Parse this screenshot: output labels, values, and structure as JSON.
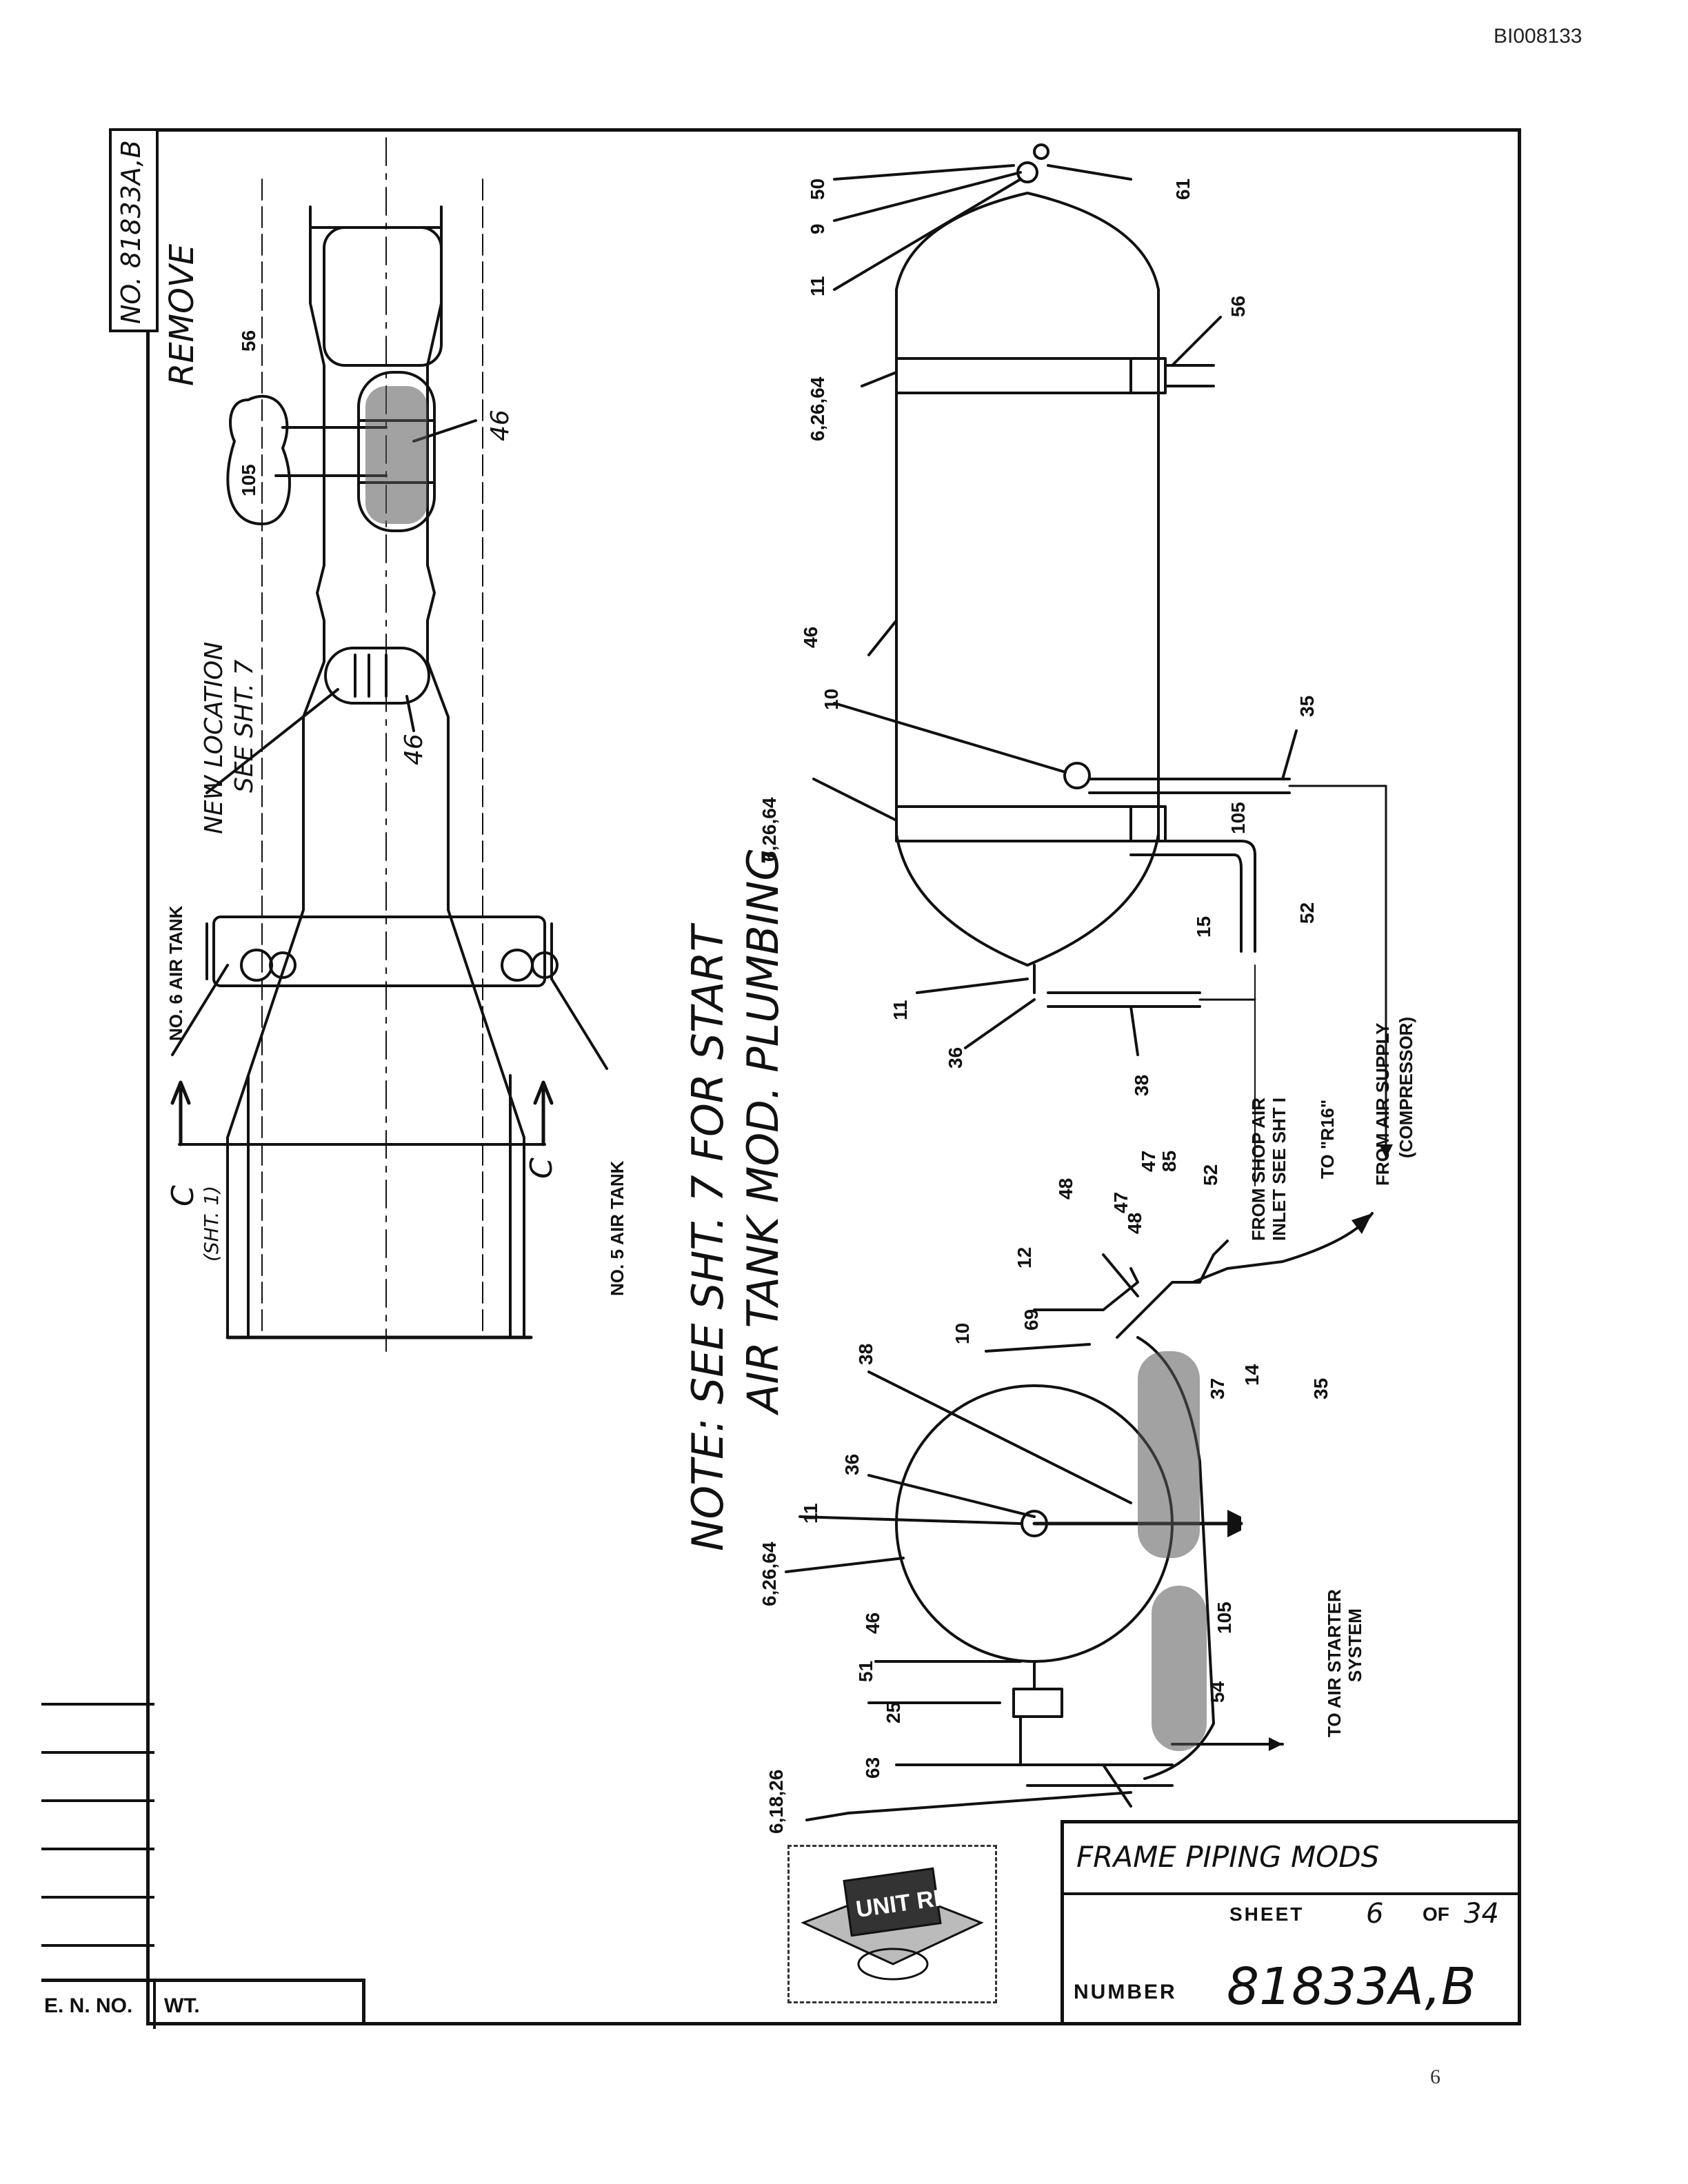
{
  "header": {
    "doc_id": "BI008133"
  },
  "footer": {
    "page_mark": "6"
  },
  "drawing_no": "NO. 81833A,B",
  "remove_note": "REMOVE",
  "top_view": {
    "callouts": [
      "56",
      "105",
      "46",
      "46"
    ],
    "new_location": [
      "NEW LOCATION",
      "SEE SHT. 7"
    ],
    "no6": "NO. 6 AIR TANK",
    "no5": "NO. 5 AIR TANK",
    "section": "C",
    "section_ref": "(SHT. 1)"
  },
  "note": {
    "line1": "NOTE: SEE SHT. 7  FOR START",
    "line2": "AIR TANK MOD. PLUMBING"
  },
  "side_view": {
    "callouts": [
      "50",
      "9",
      "11",
      "61",
      "6,26,64",
      "56",
      "46",
      "10",
      "6,26,64",
      "35",
      "105",
      "52",
      "15",
      "11",
      "36",
      "38"
    ],
    "from_shop_air": [
      "FROM SHOP AIR",
      "INLET SEE SHT I"
    ],
    "to_r16": "TO \"R16\"",
    "from_air_supply": [
      "FROM AIR SUPPLY",
      "(COMPRESSOR)"
    ]
  },
  "end_view": {
    "callouts": [
      "48",
      "47",
      "48",
      "47",
      "85",
      "52",
      "12",
      "69",
      "10",
      "38",
      "36",
      "11",
      "6,26,64",
      "46",
      "51",
      "25",
      "63",
      "6,18,26",
      "105",
      "54",
      "37",
      "14",
      "35"
    ],
    "to_air_starter": [
      "TO AIR STARTER",
      "SYSTEM"
    ]
  },
  "title_block": {
    "title": "FRAME PIPING MODS",
    "sheet_label": "SHEET",
    "sheet_no": "6",
    "of_label": "OF",
    "sheet_total": "34",
    "number_label": "NUMBER",
    "number": "81833A,B",
    "logo_text": "UNIT RIG"
  },
  "bottom_strip": {
    "eno": "E. N. NO.",
    "wt": "WT."
  }
}
